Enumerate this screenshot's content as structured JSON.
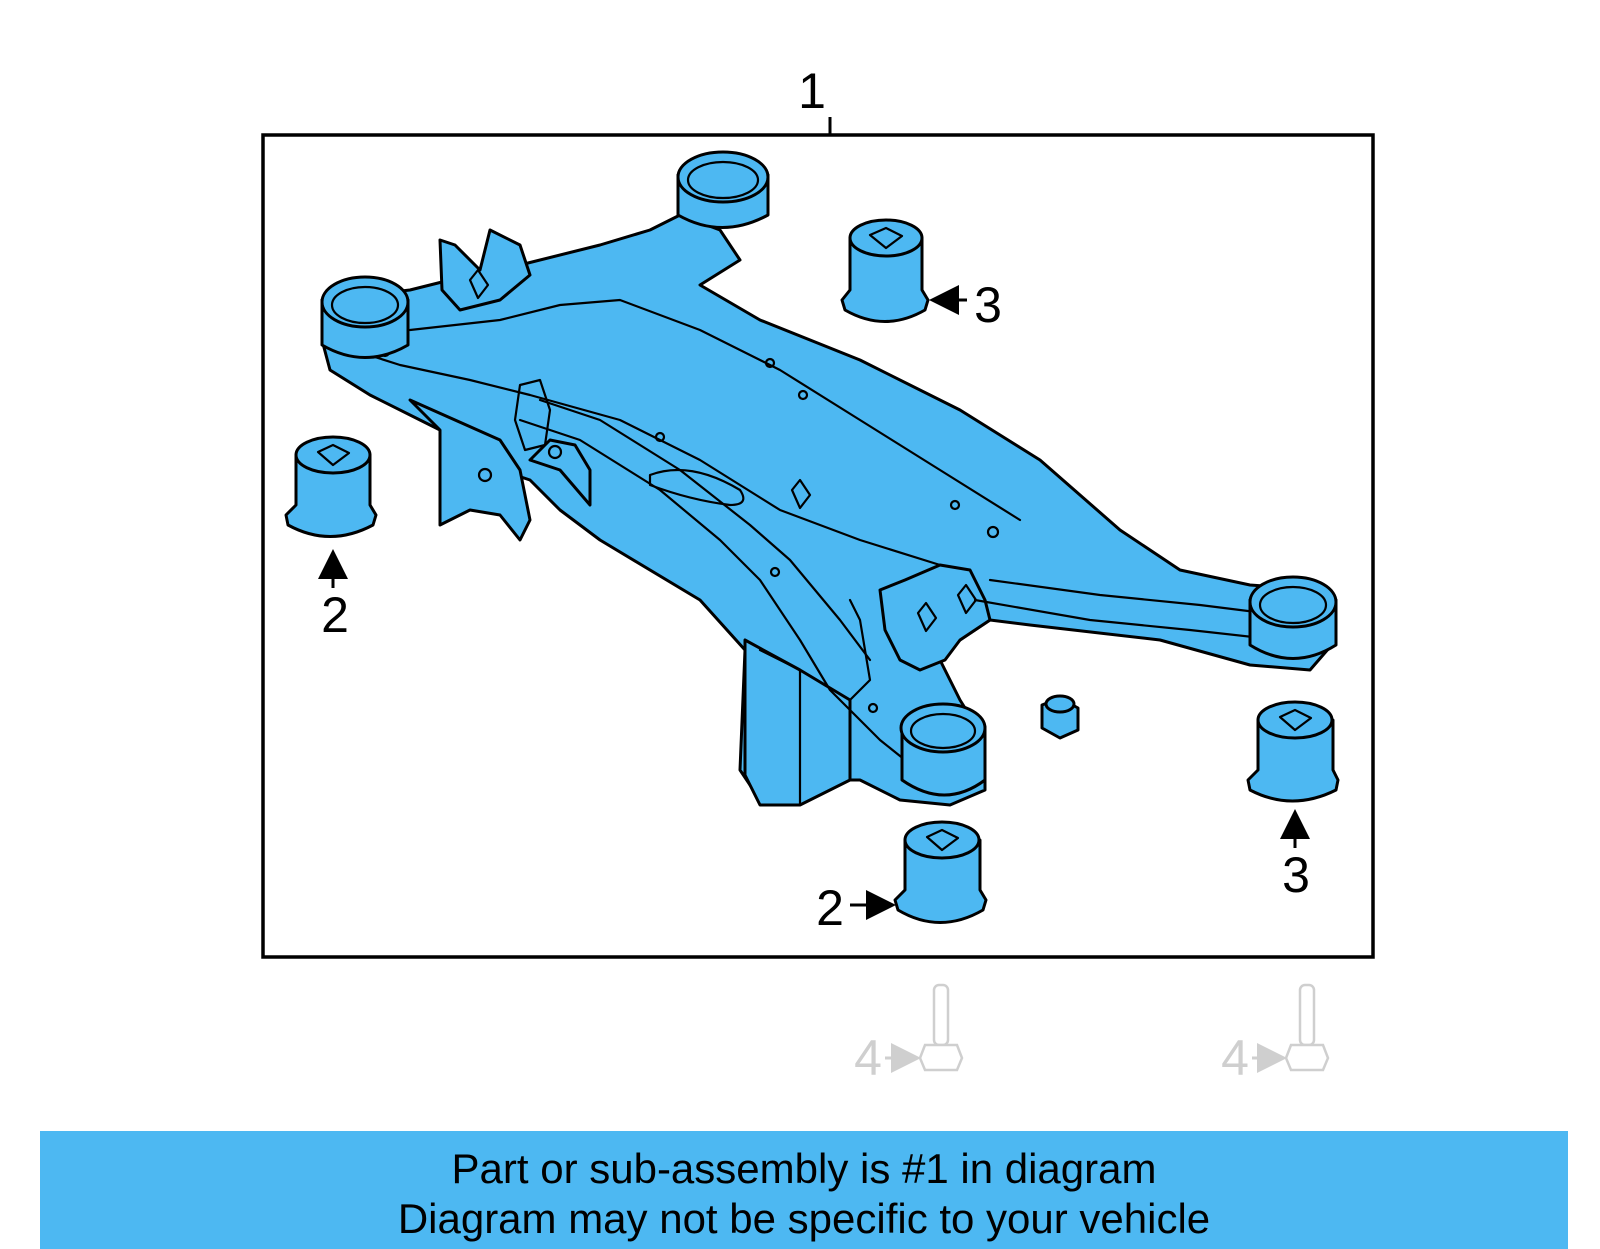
{
  "callouts": {
    "part1": "1",
    "bushing_front_left": "2",
    "bushing_front_center": "2",
    "bushing_rear_top": "3",
    "bushing_rear_right": "3",
    "bolt_left": "4",
    "bolt_right": "4"
  },
  "caption": {
    "line1": "Part or sub-assembly is #1 in diagram",
    "line2": "Diagram may not be specific to your vehicle"
  },
  "colors": {
    "part_fill": "#4db8f2",
    "caption_bar": "#4db8f2",
    "faded_callout": "#cfcfcf"
  }
}
